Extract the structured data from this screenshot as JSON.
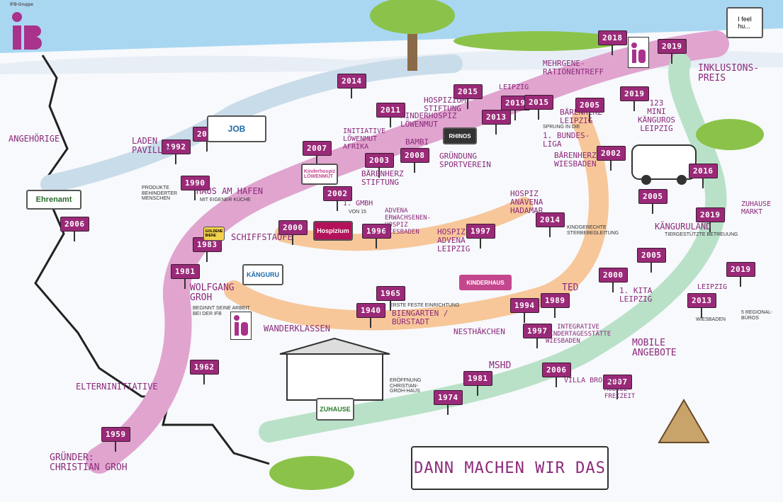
{
  "logo": {
    "text": "IFB-Gruppe",
    "color": "#a8328c"
  },
  "colors": {
    "sky": "#a9d7f2",
    "ground": "#f7f9fc",
    "path_pink": "#e0a4cf",
    "path_orange": "#f7c79a",
    "path_green": "#b9e1c8",
    "path_blue": "#c9dcea",
    "sign": "#9a2a78",
    "label": "#8c2a7a"
  },
  "years": {
    "y1959": "1959",
    "y1962": "1962",
    "y1981a": "1981",
    "y1983": "1983",
    "y1990": "1990",
    "y1992": "1992",
    "y2006a": "2006",
    "y2006b": "2006",
    "y2000a": "2000",
    "y2007": "2007",
    "y2002a": "2002",
    "y2003": "2003",
    "y2008": "2008",
    "y2011": "2011",
    "y2014a": "2014",
    "y2015a": "2015",
    "y2013a": "2013",
    "y2019a": "2019",
    "y2015b": "2015",
    "y2018": "2018",
    "y2019b": "2019",
    "y2019c": "2019",
    "y2005a": "2005",
    "y2002b": "2002",
    "y2016": "2016",
    "y2005b": "2005",
    "y2019d": "2019",
    "y2005c": "2005",
    "y2000b": "2000",
    "y2013b": "2013",
    "y1996": "1996",
    "y1997a": "1997",
    "y2014b": "2014",
    "y1965": "1965",
    "y1940": "1940",
    "y1994": "1994",
    "y1989": "1989",
    "y1997b": "1997",
    "y1981b": "1981",
    "y2006c": "2006",
    "y1974": "1974",
    "y2019e": "2019"
  },
  "labels": {
    "angehoerige": "ANGEHÖRIGE",
    "laden_pavillon": "LADEN\nPAVILLON",
    "haus_am_hafen": "HAUS AM HAFEN",
    "haus_am_hafen_sub": "MIT EIGENER KÜCHE",
    "produkte": "PRODUKTE\nBEHINDERTER\nMENSCHEN",
    "schiffstaufe": "SCHIFFSTAUFE",
    "wolfgang_groh": "WOLFGANG\nGROH",
    "wolfgang_groh_sub": "BEGINNT SEINE ARBEIT\nBEI DER IFB",
    "wanderklassen": "WANDERKLASSEN",
    "elterninitiative": "ELTERNINITIATIVE",
    "gruender": "GRÜNDER:\nCHRISTIAN GROH",
    "initiative_loewenmut": "INITIATIVE\nLÖWENMUT\nAFRIKA",
    "kinderhospiz_loewenmut": "KINDERHOSPIZ\nLÖWENMUT",
    "hospizium_stiftung": "HOSPIZIUM-\nSTIFTUNG",
    "baerenherz_stiftung": "BÄRENHERZ\nSTIFTUNG",
    "bambi": "BAMBI",
    "gruendung_sportverein": "GRÜNDUNG\nSPORTVEREIN",
    "leipzig_top": "LEIPZIG",
    "bundesliga": "1. BUNDES-\nLIGA",
    "bundesliga_sub": "SPRUNG IN DIE",
    "mehrgenerationentreff": "MEHRGENE-\nRATIONENTREFF",
    "inklusionspreis": "INKLUSIONS-\nPREIS",
    "baerenherz_leipzig": "BÄRENHERZ\nLEIPZIG",
    "kanguros": "123\nMINI\nKÄNGUROS\nLEIPZIG",
    "baerenherz_wiesbaden": "BÄRENHERZ\nWIESBADEN",
    "kindgerechte": "KINDGERECHTE\nSTERBEBEGLEITUNG",
    "hospiz_anavena": "HOSPIZ\nANAVENA\nHADAMAR",
    "advena_wiesbaden": "ADVENA\nERWACHSENEN-\nHOSPIZ\nWIESBADEN",
    "hospiz_advena_leipzig": "HOSPIZ\nADVENA\nLEIPZIG",
    "gmbh": "1. GMBH",
    "gmbh_sub": "VON 15",
    "kaenguruland": "KÄNGURULAND",
    "kaenguruland_sub": "TIERGESTÜTZTE BETREUUNG",
    "zuhause_markt": "ZUHAUSE\nMARKT",
    "ted": "TED",
    "erste_kita": "1. KITA\nLEIPZIG",
    "leipzig_right": "LEIPZIG",
    "wiesbaden": "WIESBADEN",
    "regional_bueros": "5 REGIONAL-\nBÜROS",
    "integrative": "1. INTEGRATIVE\nKINDERTAGESSTÄTTE\nWIESBADEN",
    "erste_einrichtung": "ERSTE FESTE EINRICHTUNG",
    "biengarten": "BIENGARTEN /\nBÜRSTADT",
    "nesthaekchen": "NESTHÄKCHEN",
    "mobile_angebote": "MOBILE\nANGEBOTE",
    "mshd": "MSHD",
    "villa_brosius": "VILLA BROSIUS",
    "mobile_freizeit": "MOBILE\nFREIZEIT",
    "eroeffnung": "ERÖFFNUNG\nCHRISTIAN-\nGROH-HAUS"
  },
  "cards": {
    "job": "JOB",
    "ehrenamt": "Ehrenamt",
    "hospizium": "Hospizium",
    "rhinos": "RHINOS",
    "kanguru": "KÄNGURU",
    "zuhause": "ZUHAUSE",
    "kinderhaus": "KINDERHAUS",
    "i_feel": "I feel\nhu...",
    "kinderhospiz_card": "Kinderhospiz\nLÖWENMUT",
    "bienen": "GOLDENE\nBIENE"
  },
  "banner": {
    "text": "DANN MACHEN WIR DAS"
  }
}
